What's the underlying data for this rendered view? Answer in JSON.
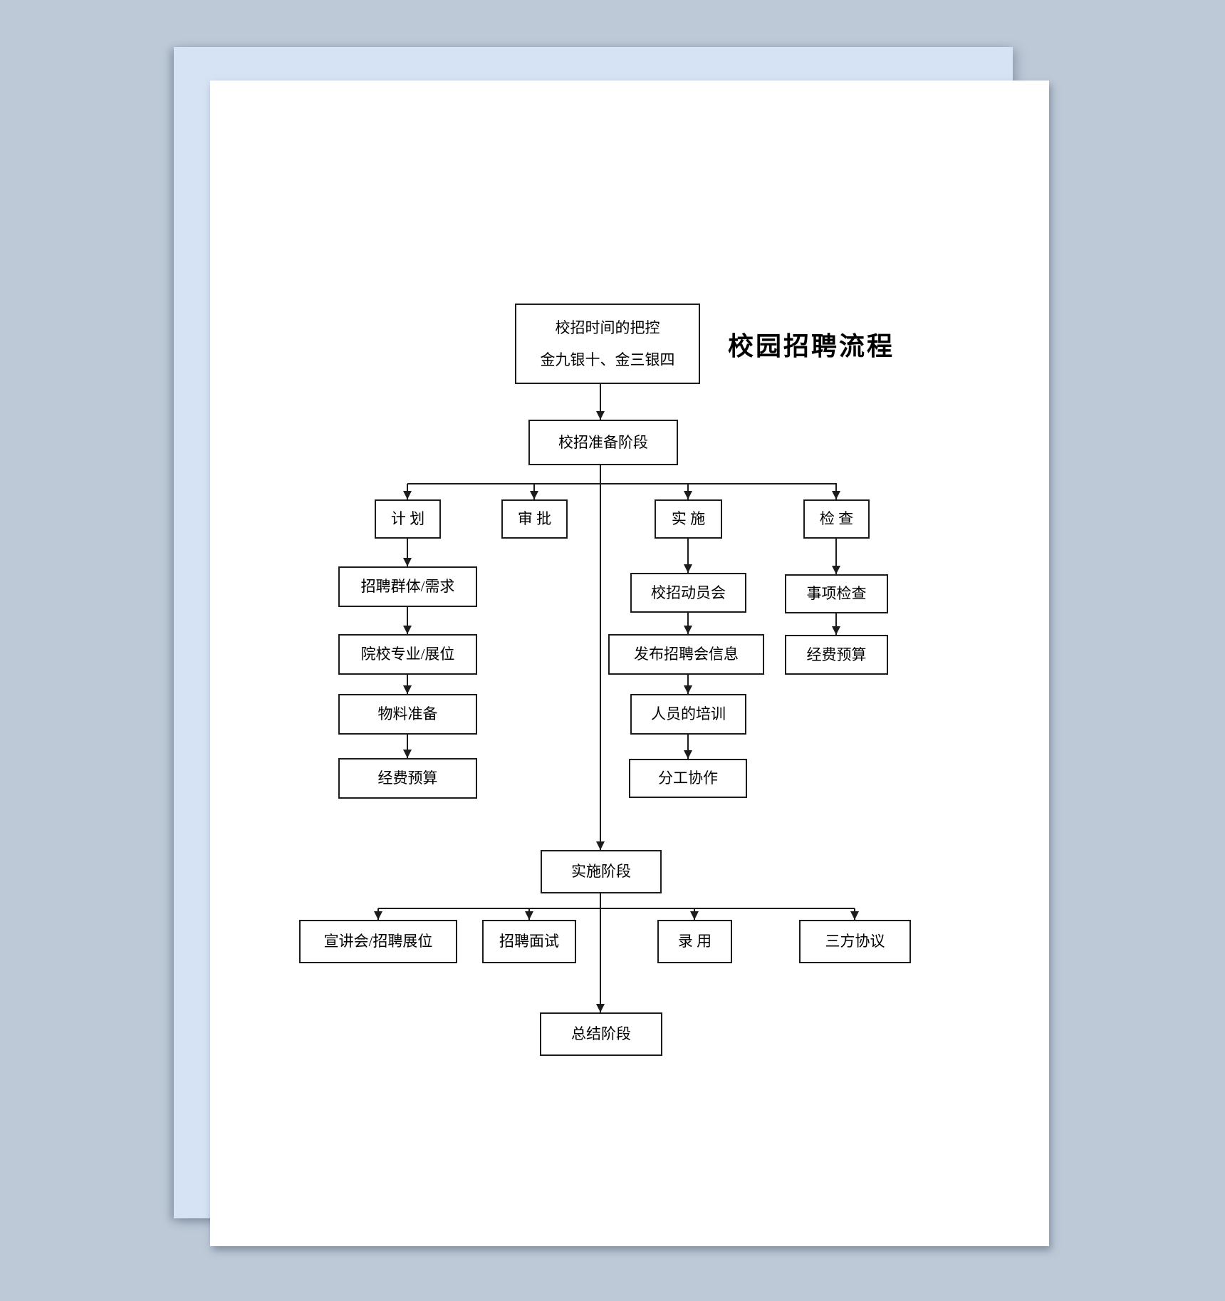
{
  "page": {
    "title": "校园招聘流程"
  },
  "flow": {
    "timing": {
      "line1": "校招时间的把控",
      "line2": "金九银十、金三银四"
    },
    "prep_stage": "校招准备阶段",
    "plan": "计 划",
    "approve": "审 批",
    "implement": "实 施",
    "inspect": "检 查",
    "recruit_group": "招聘群体/需求",
    "school_major": "院校专业/展位",
    "material_prep": "物料准备",
    "budget_left": "经费预算",
    "mobilization": "校招动员会",
    "publish_info": "发布招聘会信息",
    "staff_training": "人员的培训",
    "division_work": "分工协作",
    "item_inspection": "事项检查",
    "budget_right": "经费预算",
    "impl_stage": "实施阶段",
    "career_talk": "宣讲会/招聘展位",
    "interview": "招聘面试",
    "hiring": "录 用",
    "tripartite": "三方协议",
    "summary_stage": "总结阶段"
  },
  "colors": {
    "bg_desk": "#bdc9d7",
    "page_back": "#d6e3f4",
    "page_front": "#ffffff",
    "ink": "#1c1c1c"
  }
}
